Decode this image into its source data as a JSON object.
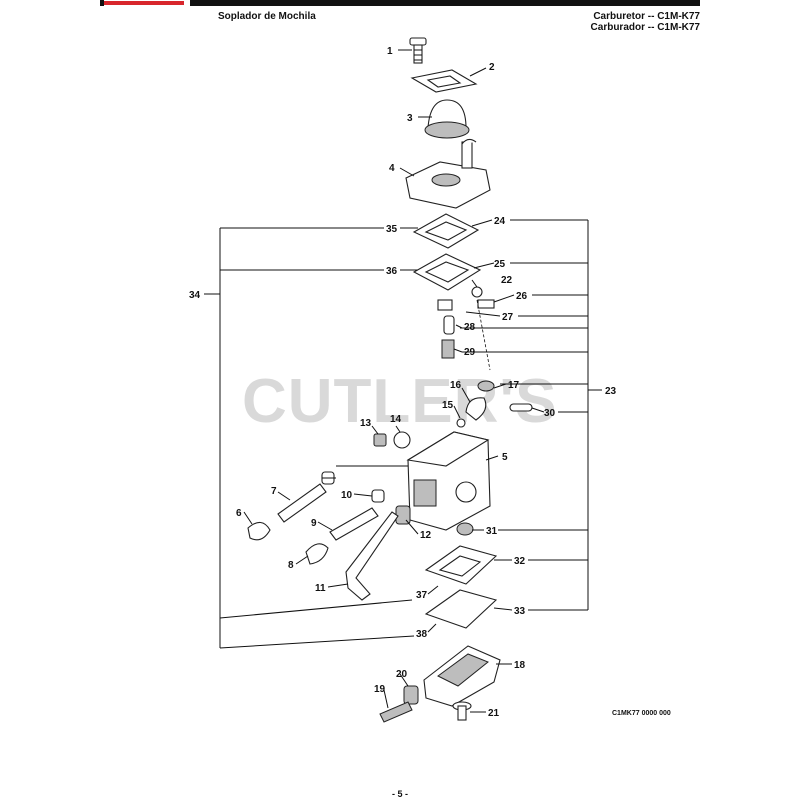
{
  "header": {
    "title_left": "Soplador de Mochila",
    "title_right_1": "Carburetor -- C1M-K77",
    "title_right_2": "Carburador -- C1M-K77"
  },
  "brand": {
    "logo_color": "#d8262c"
  },
  "watermark": "CUTLER'S",
  "diagram": {
    "reference": "C1MK77 0000 000",
    "callouts": [
      "1",
      "2",
      "3",
      "4",
      "35",
      "24",
      "36",
      "25",
      "34",
      "22",
      "26",
      "27",
      "28",
      "29",
      "23",
      "16",
      "17",
      "15",
      "30",
      "13",
      "14",
      "5",
      "7",
      "10",
      "6",
      "9",
      "12",
      "31",
      "8",
      "32",
      "11",
      "37",
      "33",
      "38",
      "18",
      "20",
      "19",
      "21"
    ]
  },
  "footer": {
    "page": "- 5 -"
  }
}
